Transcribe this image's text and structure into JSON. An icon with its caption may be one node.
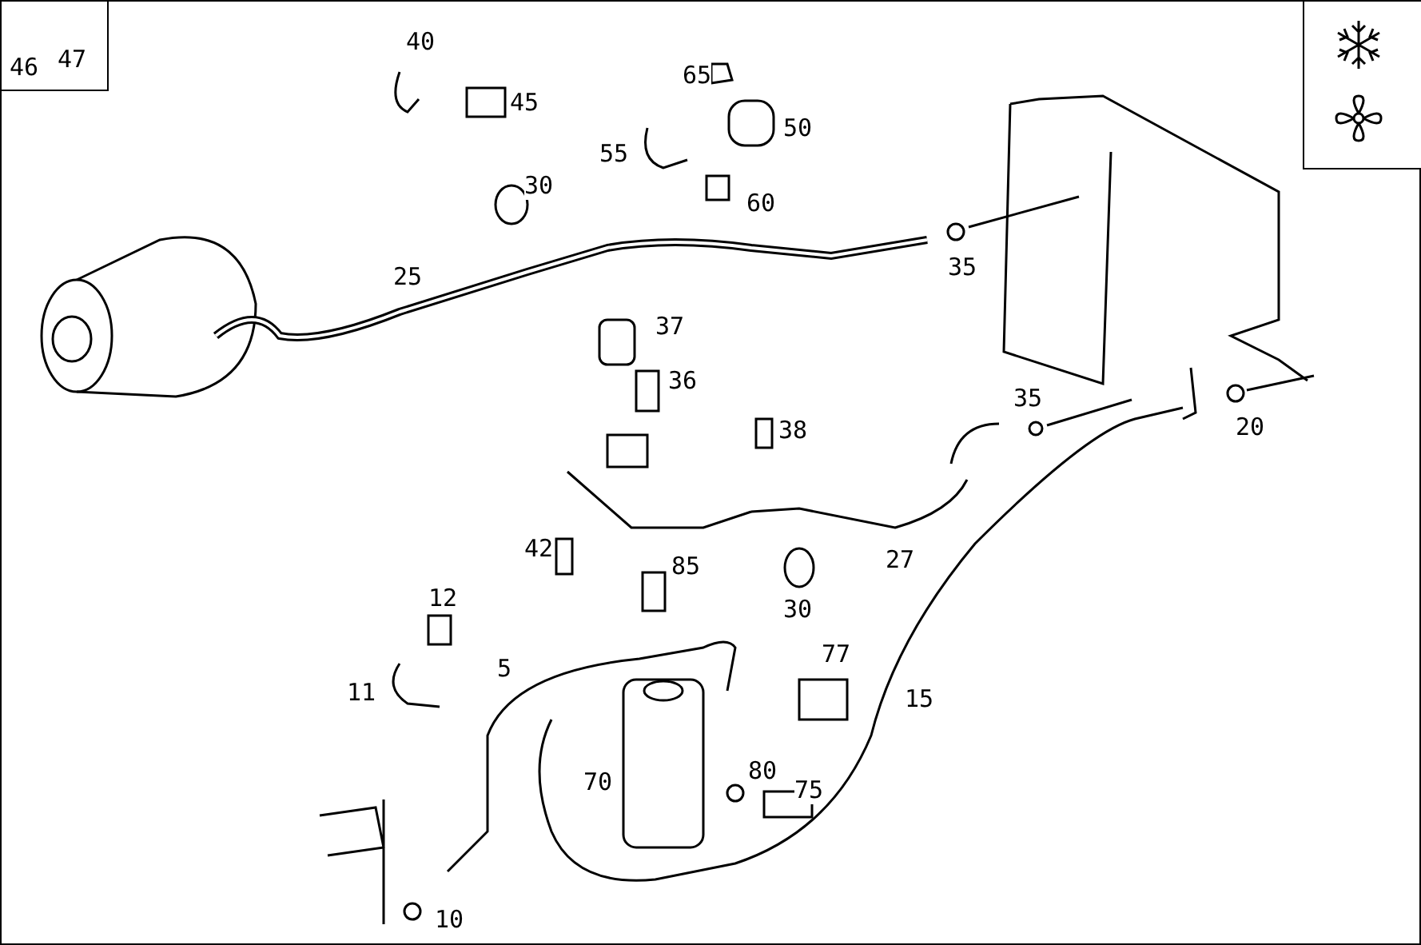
{
  "diagram": {
    "labels": [
      "46",
      "47",
      "40",
      "65",
      "45",
      "50",
      "55",
      "30",
      "60",
      "35",
      "25",
      "37",
      "36",
      "35",
      "38",
      "20",
      "42",
      "27",
      "85",
      "12",
      "30",
      "77",
      "5",
      "11",
      "15",
      "70",
      "80",
      "75",
      "10"
    ]
  }
}
